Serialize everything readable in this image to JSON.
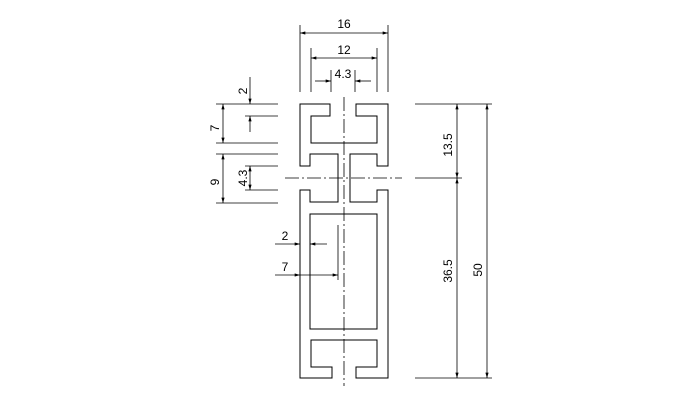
{
  "drawing": {
    "type": "aluminium profile cross-section",
    "dimensions": {
      "width_outer": "16",
      "width_inner": "12",
      "slot_top_opening": "4.3",
      "lip_thickness": "2",
      "top_slot_depth": "7",
      "side_slot_height": "9",
      "side_slot_opening": "4.3",
      "wall_thickness": "2",
      "center_offset": "7",
      "top_to_center": "13.5",
      "center_to_bottom": "36.5",
      "total_height": "50"
    },
    "colors": {
      "line": "#000000",
      "background": "#ffffff"
    }
  }
}
